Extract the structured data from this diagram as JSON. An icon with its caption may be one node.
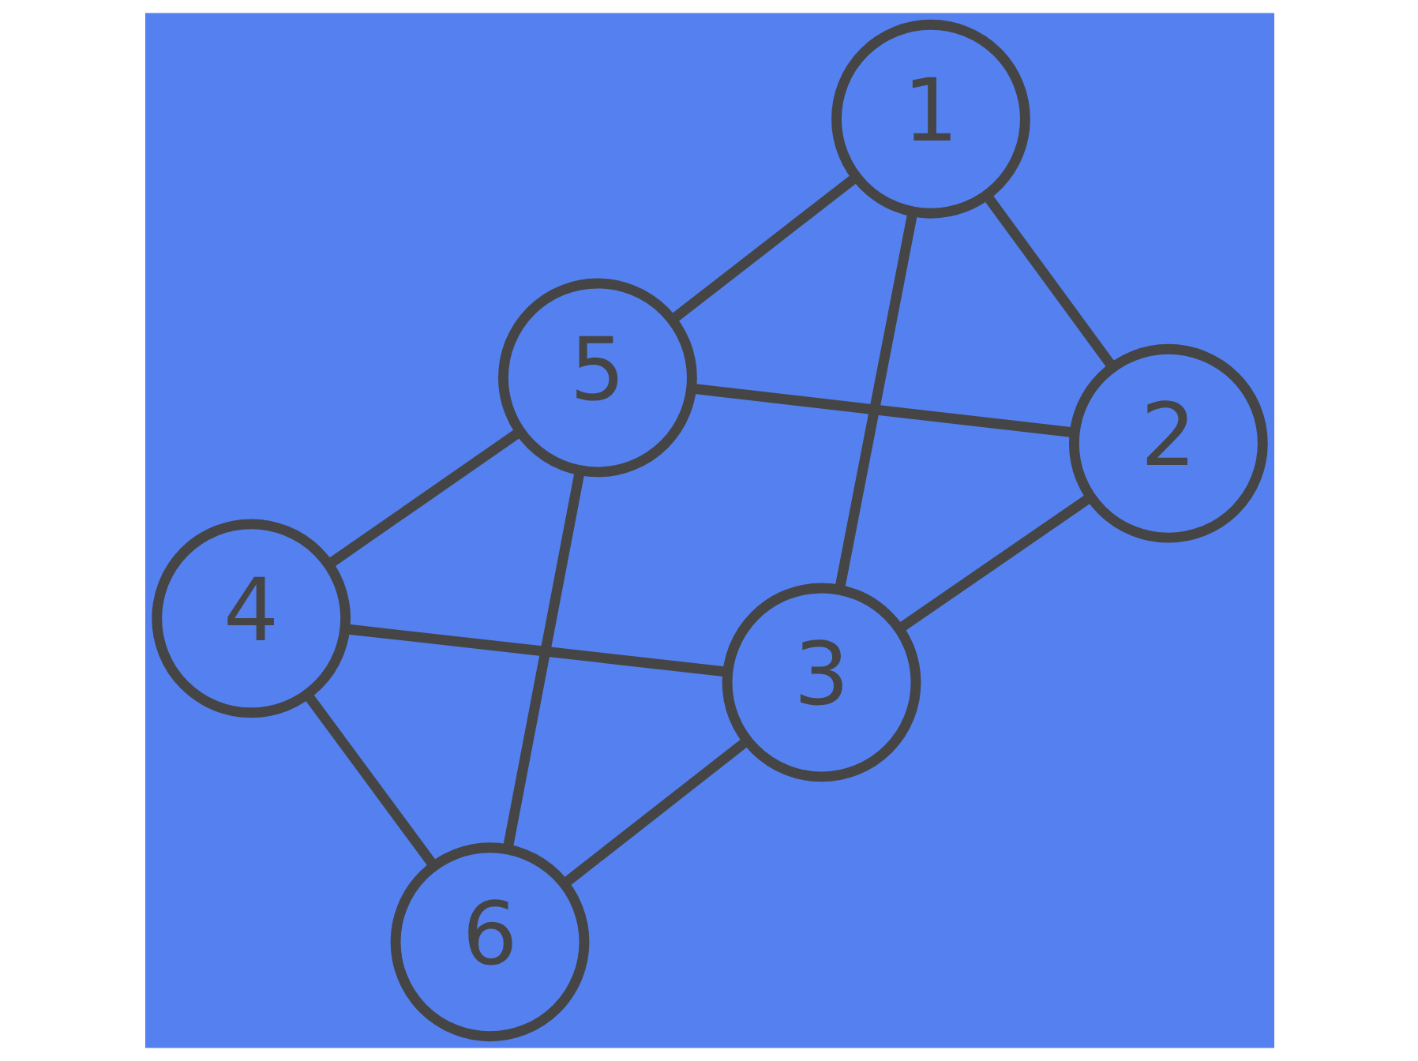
{
  "diagram": {
    "nodes": [
      {
        "text": [
          "1"
        ]
      },
      {
        "text": [
          "2"
        ]
      },
      {
        "text": [
          "3"
        ]
      },
      {
        "text": [
          "4"
        ]
      },
      {
        "text": [
          "5"
        ]
      },
      {
        "text": [
          "6"
        ]
      }
    ],
    "edges": [
      {
        "from": 0,
        "to": 2,
        "arrow": "none"
      },
      {
        "from": 0,
        "to": 1,
        "arrow": "none"
      },
      {
        "from": 0,
        "to": 4,
        "arrow": "none"
      },
      {
        "from": 2,
        "to": 1,
        "arrow": "none"
      },
      {
        "from": 2,
        "to": 3,
        "arrow": "none"
      },
      {
        "from": 2,
        "to": 5,
        "arrow": "none"
      },
      {
        "from": 3,
        "to": 4,
        "arrow": "none"
      },
      {
        "from": 3,
        "to": 5,
        "arrow": "none"
      },
      {
        "from": 4,
        "to": 1,
        "arrow": "none"
      },
      {
        "from": 4,
        "to": 5,
        "arrow": "none"
      }
    ]
  }
}
